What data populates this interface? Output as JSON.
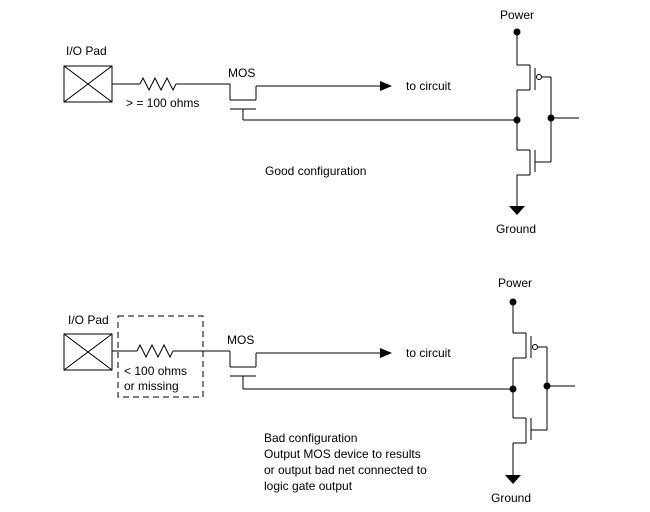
{
  "top": {
    "pad_label": "I/O Pad",
    "resistor_label": "> = 100 ohms",
    "mos_label": "MOS",
    "circuit_label": "to circuit",
    "power_label": "Power",
    "ground_label": "Ground",
    "caption": "Good configuration"
  },
  "bottom": {
    "pad_label": "I/O Pad",
    "resistor_label_line1": "< 100 ohms",
    "resistor_label_line2": "or missing",
    "mos_label": "MOS",
    "circuit_label": "to circuit",
    "power_label": "Power",
    "ground_label": "Ground",
    "caption_lines": [
      "Bad configuration",
      "Output MOS device to results",
      "or output bad net connected to",
      "logic gate output"
    ]
  }
}
